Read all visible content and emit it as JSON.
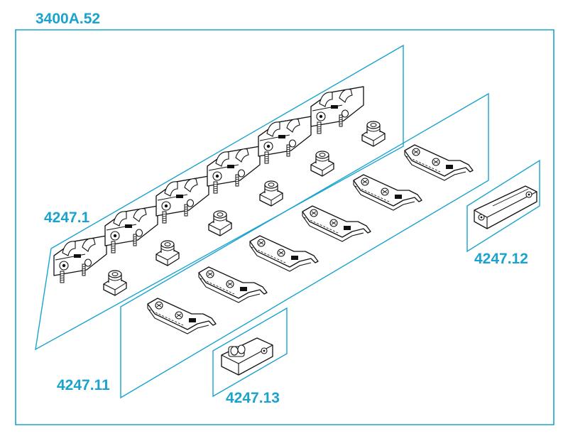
{
  "diagram": {
    "kit_code": "3400A.52",
    "accent_color": "#1aa3cf",
    "line_color": "#111111",
    "groups": [
      {
        "code": "4247.1",
        "part": "bracket-with-pin",
        "count": 6
      },
      {
        "code": "4247.11",
        "part": "clamp-plate",
        "count": 6
      },
      {
        "code": "4247.12",
        "part": "bar-bracket",
        "count": 1
      },
      {
        "code": "4247.13",
        "part": "roller-carriage",
        "count": 1
      }
    ]
  }
}
